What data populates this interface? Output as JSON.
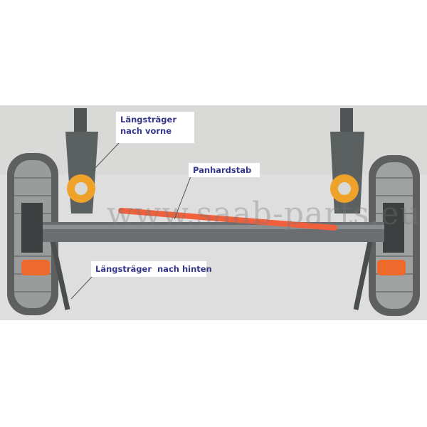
{
  "labels": {
    "trailing_arm_front": [
      "Längsträger",
      "nach vorne"
    ],
    "panhard_rod": "Panhardstab",
    "trailing_arm_rear": "Längsträger  nach hinten"
  },
  "watermark": "www.saab-parts.eu",
  "colors": {
    "label_text": "#35358a",
    "panhard_rod": "#f0603c",
    "bushing": "#f0a020",
    "background": "#d9d9d7"
  }
}
